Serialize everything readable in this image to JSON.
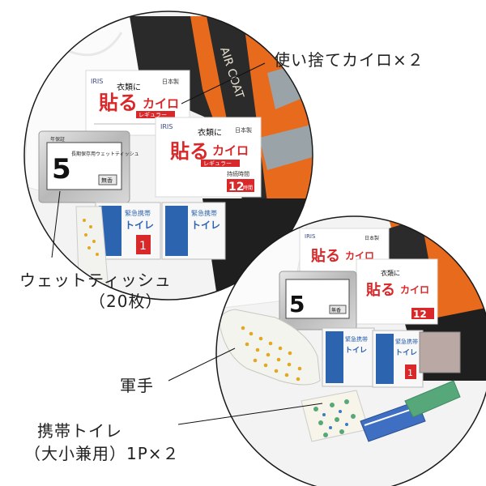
{
  "labels": {
    "kairo": "使い捨てカイロ×２",
    "wet_tissue_line1": "ウェットティッシュ",
    "wet_tissue_line2": "（20枚）",
    "gloves": "軍手",
    "toilet_line1": "携帯トイレ",
    "toilet_line2": "（大小兼用）1P×２"
  },
  "product_print": {
    "pad_brand": "IRIS",
    "pad_small": "衣類に",
    "pad_big": "貼る",
    "pad_mid": "カイロ",
    "pad_regular": "レギュラー",
    "pad_japan": "日本製",
    "pad_hours": "12",
    "pad_hours_unit": "時間",
    "pad_hours_label": "持続時間",
    "tissue_number": "5",
    "tissue_years": "年保証",
    "tissue_name": "長期保存用ウェットティッシュ",
    "tissue_badge": "無香",
    "toilet_line": "緊急携帯",
    "toilet_name": "トイレ",
    "toilet_count": "1",
    "coat_text": "AIR COAT"
  },
  "colors": {
    "pad_red": "#d8282a",
    "tissue_silver": "#c8c8c8",
    "toilet_blue": "#2d64b0",
    "vest_orange": "#e76a1d",
    "glove_yellow": "#e2a821",
    "sheet_green": "#56a87a"
  }
}
